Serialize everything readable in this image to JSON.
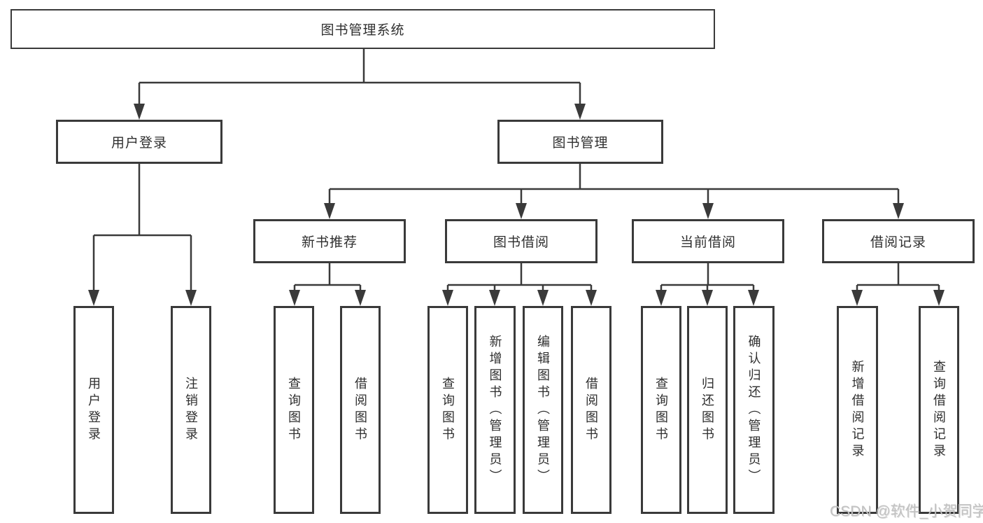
{
  "diagram": {
    "title": "图书管理系统",
    "watermark": "CSDN @软件_小贺同学",
    "colors": {
      "line": "#3a3a3a",
      "text": "#2f2f2f",
      "background": "#ffffff",
      "watermark": "#c2c2c2"
    },
    "root": {
      "label": "图书管理系统"
    },
    "branches": [
      {
        "label": "用户登录",
        "children": [
          {
            "label": "用户登录"
          },
          {
            "label": "注销登录"
          }
        ]
      },
      {
        "label": "图书管理",
        "children": [
          {
            "label": "新书推荐",
            "children": [
              {
                "label": "查询图书"
              },
              {
                "label": "借阅图书"
              }
            ]
          },
          {
            "label": "图书借阅",
            "children": [
              {
                "label": "查询图书"
              },
              {
                "label": "新增图书（管理员）"
              },
              {
                "label": "编辑图书（管理员）"
              },
              {
                "label": "借阅图书"
              }
            ]
          },
          {
            "label": "当前借阅",
            "children": [
              {
                "label": "查询图书"
              },
              {
                "label": "归还图书"
              },
              {
                "label": "确认归还（管理员）"
              }
            ]
          },
          {
            "label": "借阅记录",
            "children": [
              {
                "label": "新增借阅记录"
              },
              {
                "label": "查询借阅记录"
              }
            ]
          }
        ]
      }
    ]
  }
}
